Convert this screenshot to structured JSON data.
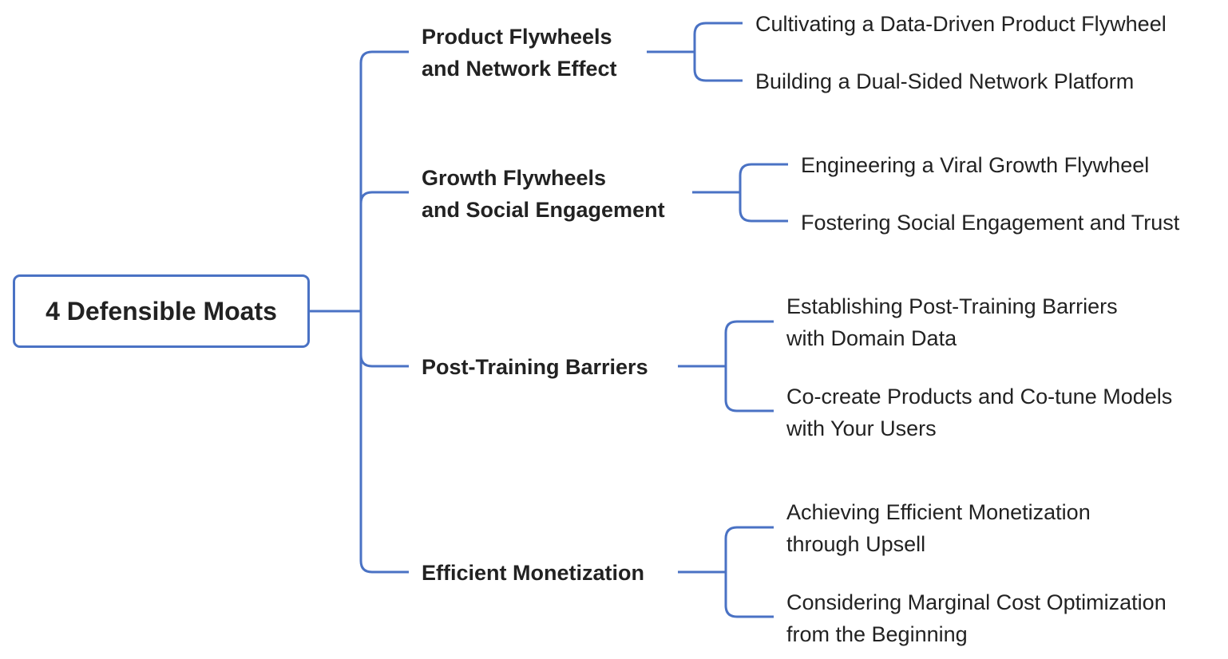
{
  "root": {
    "label": "4 Defensible Moats"
  },
  "branches": [
    {
      "lines": [
        "Product Flywheels",
        "and Network Effect"
      ],
      "leaves": [
        {
          "lines": [
            "Cultivating a Data-Driven Product Flywheel"
          ]
        },
        {
          "lines": [
            "Building a Dual-Sided Network Platform"
          ]
        }
      ]
    },
    {
      "lines": [
        "Growth Flywheels",
        "and Social Engagement"
      ],
      "leaves": [
        {
          "lines": [
            "Engineering a Viral Growth Flywheel"
          ]
        },
        {
          "lines": [
            "Fostering Social Engagement and Trust"
          ]
        }
      ]
    },
    {
      "lines": [
        "Post-Training Barriers"
      ],
      "leaves": [
        {
          "lines": [
            "Establishing Post-Training Barriers",
            "with Domain Data"
          ]
        },
        {
          "lines": [
            "Co-create Products and Co-tune Models",
            "with Your Users"
          ]
        }
      ]
    },
    {
      "lines": [
        "Efficient Monetization"
      ],
      "leaves": [
        {
          "lines": [
            "Achieving Efficient Monetization",
            "through Upsell"
          ]
        },
        {
          "lines": [
            "Considering Marginal Cost Optimization",
            "from the Beginning"
          ]
        }
      ]
    }
  ],
  "colors": {
    "connector": "#4a72c4",
    "text": "#222222",
    "background": "#ffffff"
  }
}
